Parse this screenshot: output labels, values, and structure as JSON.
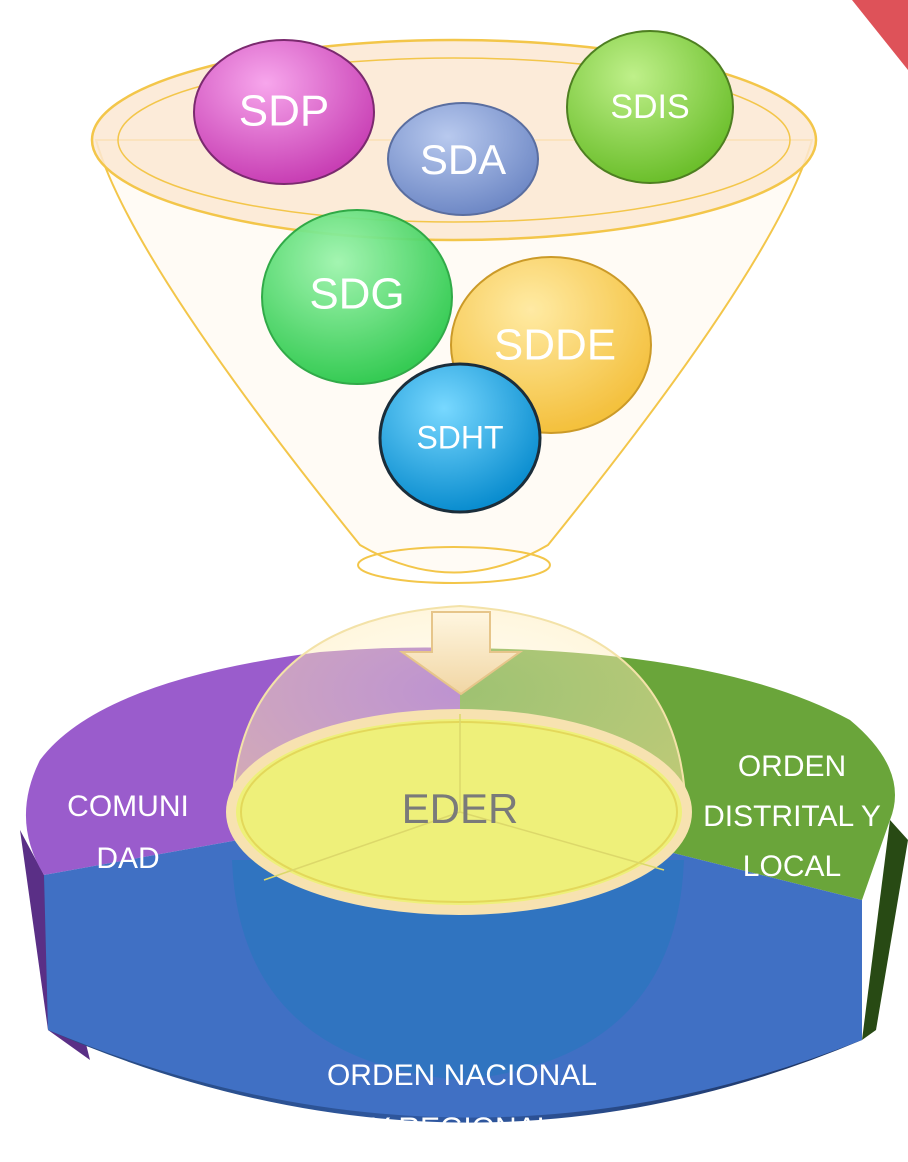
{
  "funnel": {
    "bubbles": [
      {
        "id": "sdp",
        "label": "SDP",
        "color": "#e36ad4"
      },
      {
        "id": "sda",
        "label": "SDA",
        "color": "#8ea4d8"
      },
      {
        "id": "sdis",
        "label": "SDIS",
        "color": "#8fd34c"
      },
      {
        "id": "sdg",
        "label": "SDG",
        "color": "#4fe06d"
      },
      {
        "id": "sdde",
        "label": "SDDE",
        "color": "#fbd25e"
      },
      {
        "id": "sdht",
        "label": "SDHT",
        "color": "#19a9e3"
      }
    ]
  },
  "center": {
    "label": "EDER",
    "color": "#eef07a"
  },
  "segments": [
    {
      "id": "comunidad",
      "lines": [
        "COMUNI",
        "DAD"
      ],
      "color": "#9a5ccc"
    },
    {
      "id": "orden-distrital",
      "lines": [
        "ORDEN",
        "DISTRITAL Y",
        "LOCAL"
      ],
      "color": "#6aa53a"
    },
    {
      "id": "orden-nacional",
      "lines": [
        "ORDEN NACIONAL",
        "Y REGIONAL"
      ],
      "color": "#3e67b6"
    }
  ]
}
